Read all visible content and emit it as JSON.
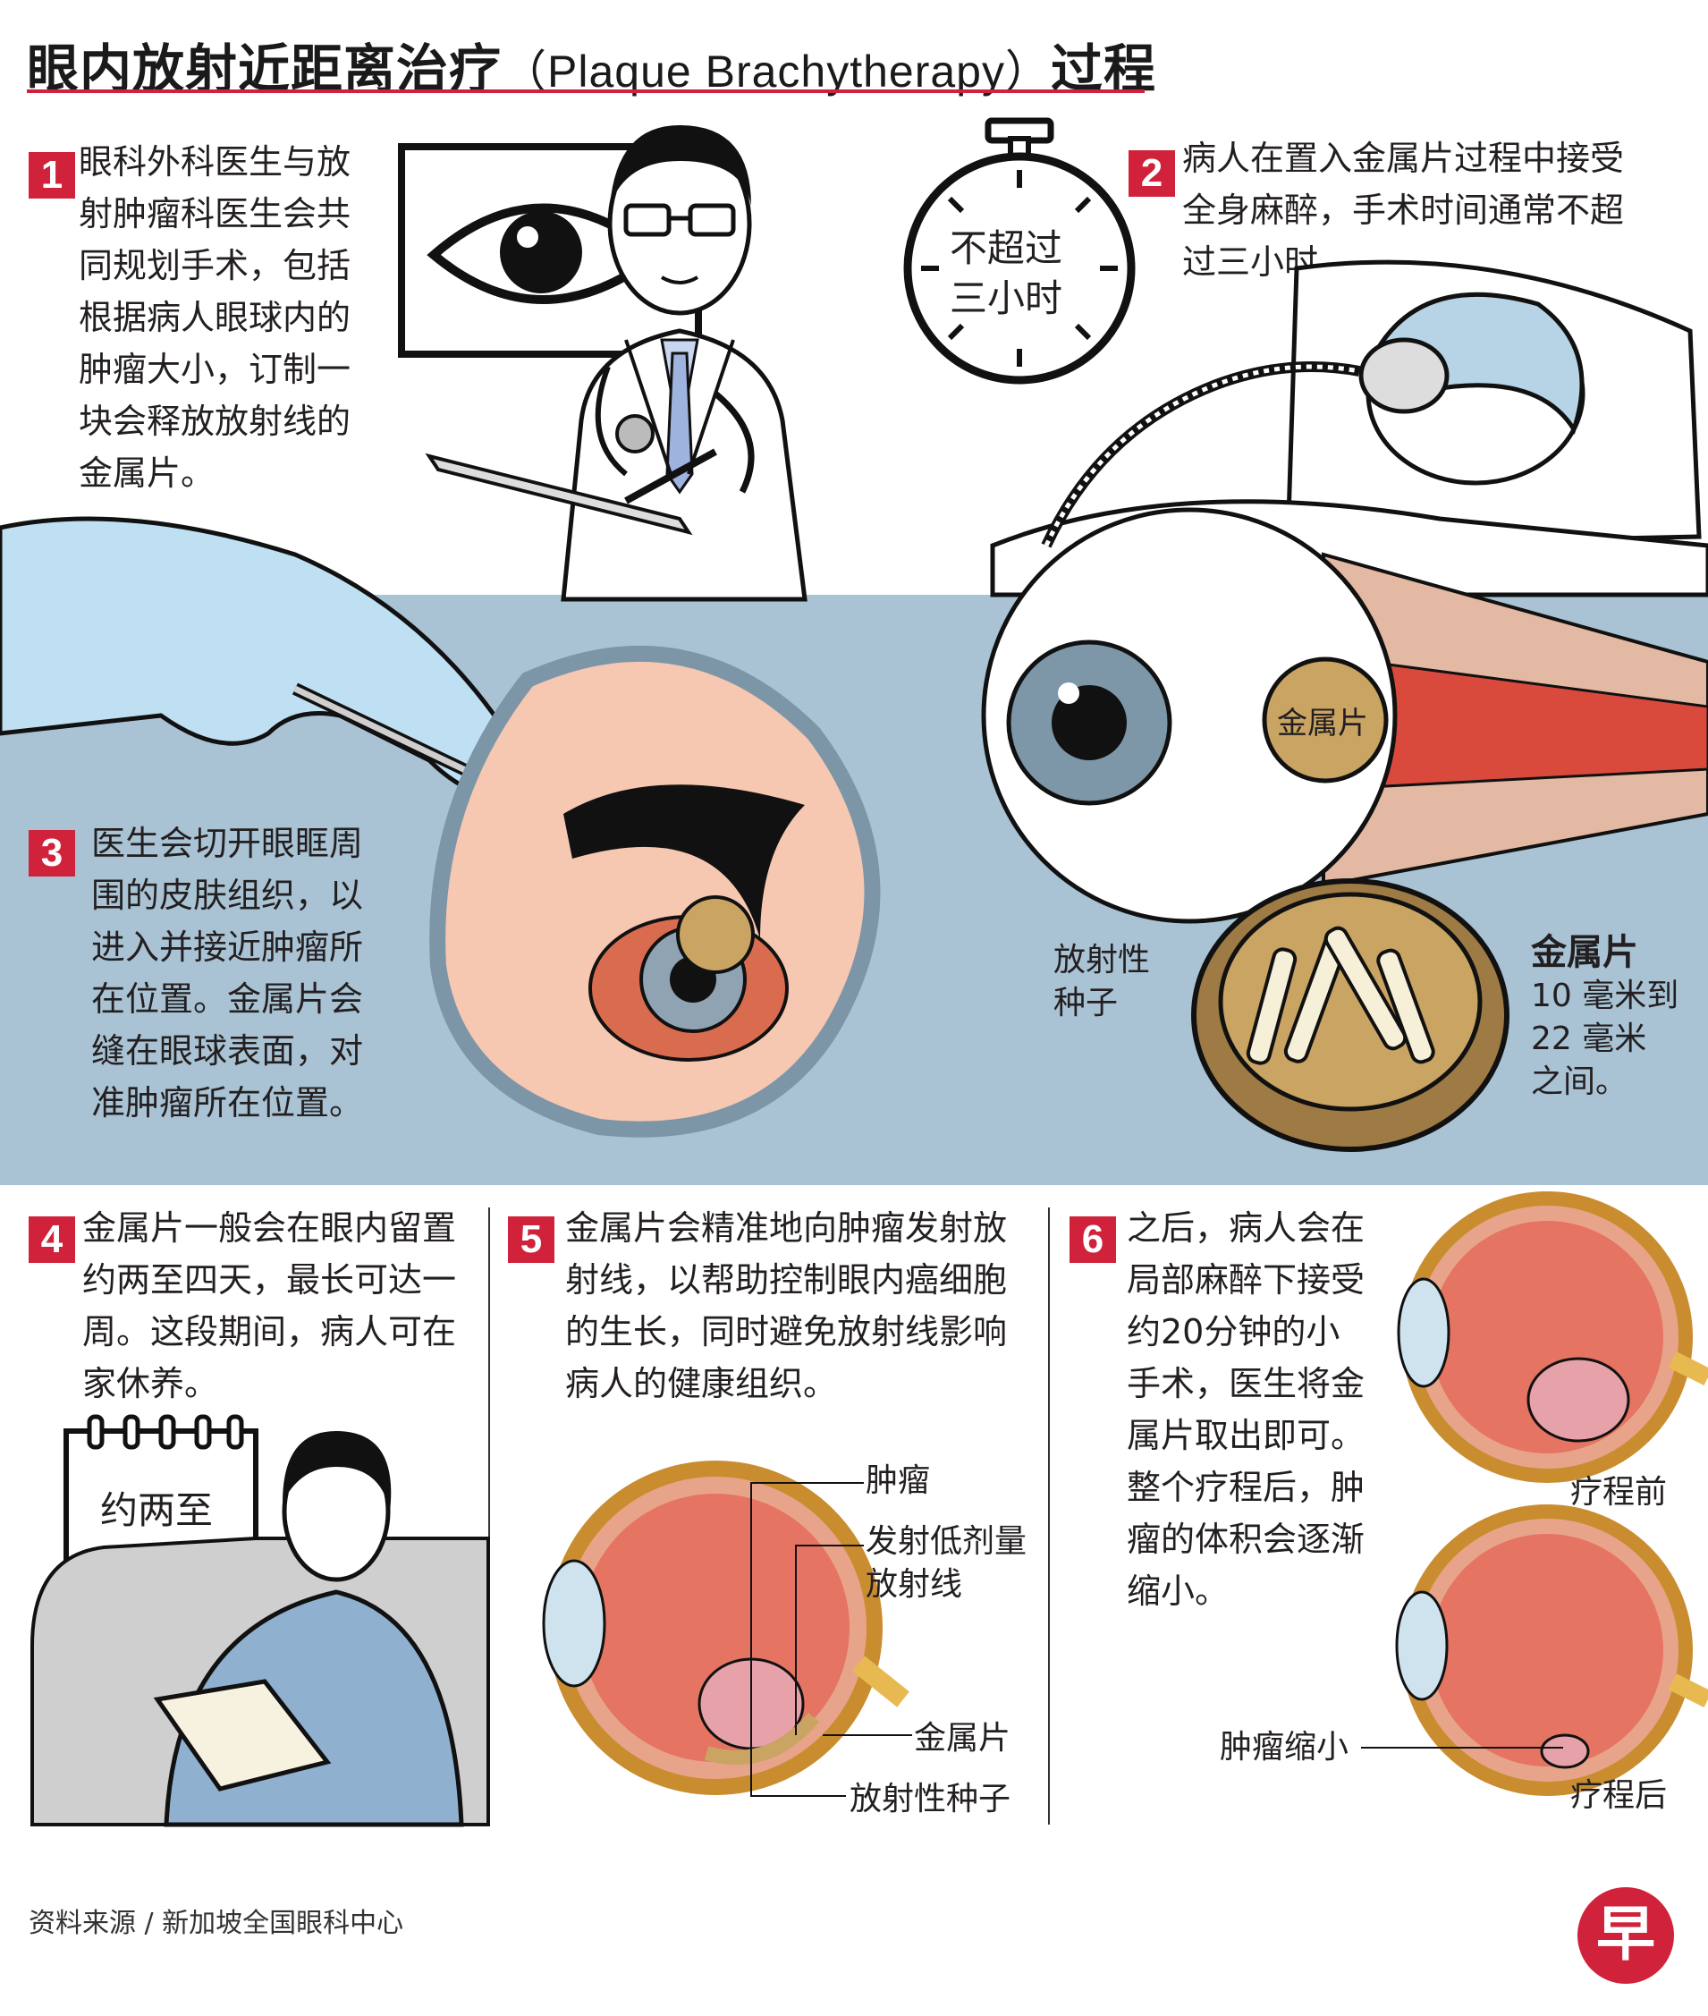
{
  "title": {
    "main": "眼内放射近距离治疗",
    "latin": "（Plaque Brachytherapy）",
    "suffix": "过程"
  },
  "steps": [
    {
      "num": "1",
      "text": "眼科外科医生与放\n射肿瘤科医生会共\n同规划手术，包括\n根据病人眼球内的\n肿瘤大小，订制一\n块会释放放射线的\n金属片。"
    },
    {
      "num": "2",
      "text": "病人在置入金属片过程中接受\n全身麻醉，手术时间通常不超\n过三小时。"
    },
    {
      "num": "3",
      "text": "医生会切开眼眶周\n围的皮肤组织，以\n进入并接近肿瘤所\n在位置。金属片会\n缝在眼球表面，对\n准肿瘤所在位置。"
    },
    {
      "num": "4",
      "text": "金属片一般会在眼内留置\n约两至四天，最长可达一\n周。这段期间，病人可在\n家休养。"
    },
    {
      "num": "5",
      "text": "金属片会精准地向肿瘤发射放\n射线，以帮助控制眼内癌细胞\n的生长，同时避免放射线影响\n病人的健康组织。"
    },
    {
      "num": "6",
      "text": "之后，病人会在\n局部麻醉下接受\n约20分钟的小\n手术，医生将金\n属片取出即可。\n整个疗程后，肿\n瘤的体积会逐渐\n缩小。"
    }
  ],
  "stopwatch_text": "不超过\n三小时",
  "calendar_text": "约两至\n四天",
  "labels": {
    "plaque_on_eye": "金属片",
    "seeds": "放射性\n种子",
    "plaque_title": "金属片",
    "plaque_size": "10 毫米到\n 22 毫米\n之间。",
    "tumor": "肿瘤",
    "low_dose": "发射低剂量\n放射线",
    "plaque": "金属片",
    "seed": "放射性种子",
    "before": "疗程前",
    "shrink": "肿瘤缩小",
    "after": "疗程后"
  },
  "source": "资料来源 / 新加坡全国眼科中心",
  "logo": "早",
  "colors": {
    "accent": "#d0223a",
    "band": "#a9c3d4",
    "gold": "#c9a463",
    "eye_red": "#e57462"
  }
}
